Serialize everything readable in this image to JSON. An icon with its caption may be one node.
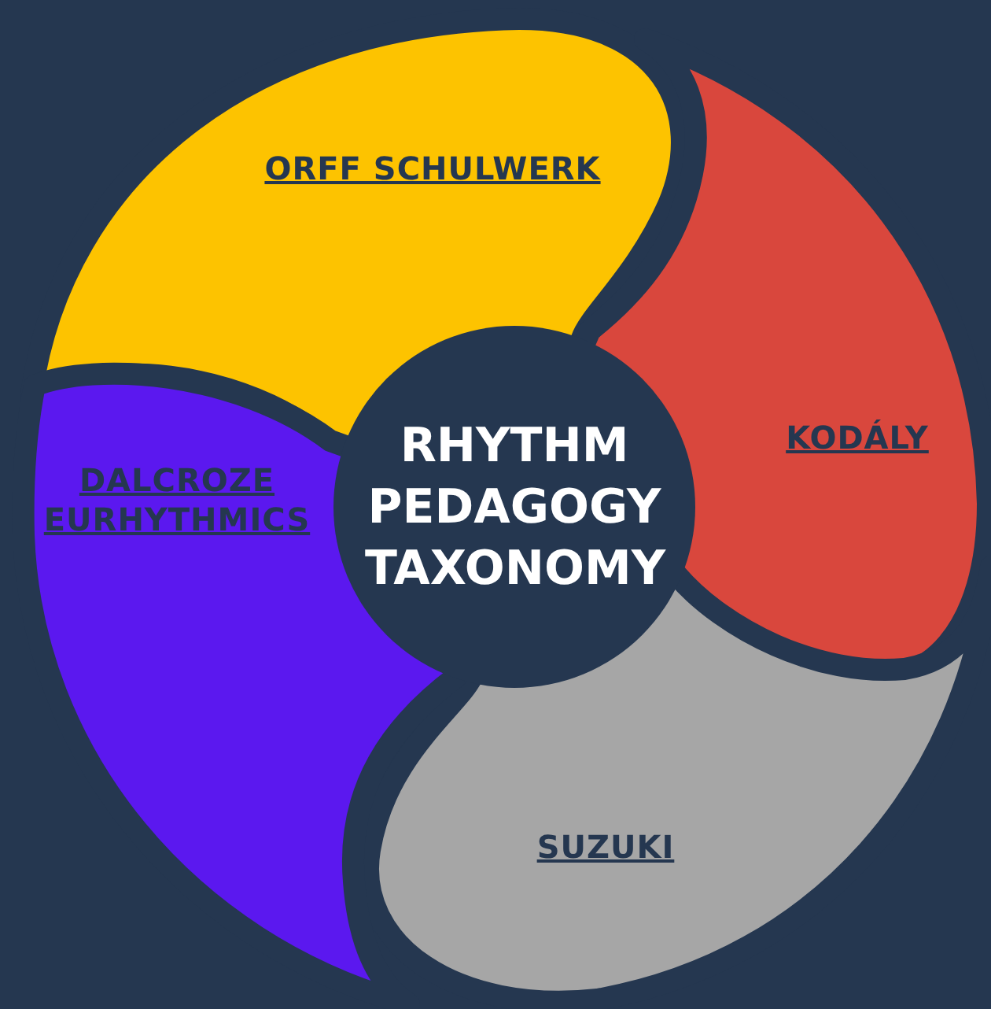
{
  "diagram": {
    "nodes": [
      {
        "text": [
          "RHYTHM PEDAGOGY TAXONOMY"
        ]
      },
      {
        "text": [
          "ORFF SCHULWERK"
        ]
      },
      {
        "text": [
          "KODÁLY"
        ]
      },
      {
        "text": [
          "SUZUKI"
        ]
      },
      {
        "text": [
          "DALCROZE EURHYTHMICS"
        ]
      }
    ]
  }
}
